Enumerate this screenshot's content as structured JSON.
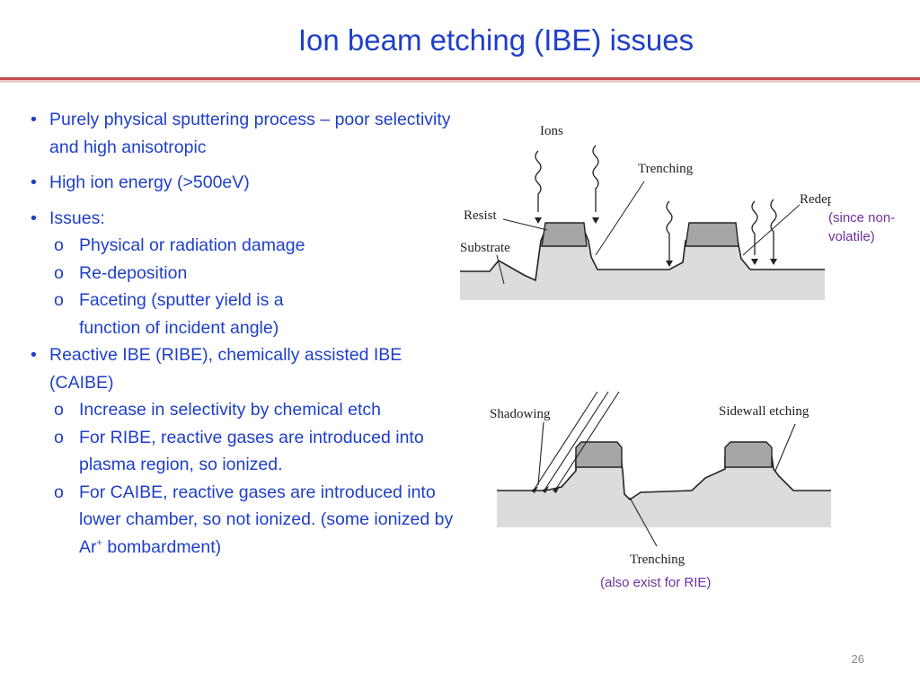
{
  "slide": {
    "title": "Ion beam etching (IBE) issues",
    "page_number": "26"
  },
  "bullets": {
    "b1": "Purely physical sputtering process – poor selectivity and high anisotropic",
    "b2": "High ion energy (>500eV)",
    "b3": "Issues:",
    "b3_s1": "Physical or radiation damage",
    "b3_s2": "Re-deposition",
    "b3_s3": "Faceting (sputter yield is a function of incident angle)",
    "b4": "Reactive IBE (RIBE), chemically assisted IBE (CAIBE)",
    "b4_s1": "Increase in selectivity by chemical etch",
    "b4_s2": "For RIBE, reactive gases are introduced into plasma region, so ionized.",
    "b4_s3_pre": "For CAIBE, reactive gases are introduced into lower chamber, so not ionized. (some ionized by Ar",
    "b4_s3_sup": "+",
    "b4_s3_post": " bombardment)",
    "bullet_glyph": "•",
    "sub_glyph": "o"
  },
  "figure_top": {
    "labels": {
      "ions": "Ions",
      "trenching": "Trenching",
      "redeposition": "Redeposition",
      "resist": "Resist",
      "substrate": "Substrate"
    },
    "note_line1": "(since non-",
    "note_line2": "volatile)"
  },
  "figure_bottom": {
    "labels": {
      "shadowing": "Shadowing",
      "sidewall_etching": "Sidewall etching",
      "trenching": "Trenching"
    },
    "note": "(also exist for RIE)"
  },
  "colors": {
    "text_blue": "#1f3fc8",
    "rule": "#c0504d",
    "note_purple": "#7030a0",
    "substrate": "#dcdcdc",
    "resist": "#a6a6a6"
  }
}
